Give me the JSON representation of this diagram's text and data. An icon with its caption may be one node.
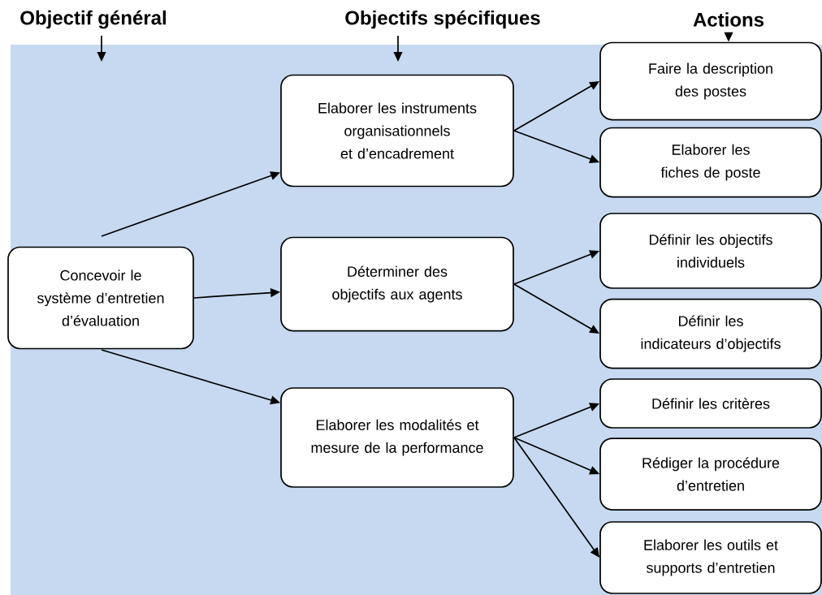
{
  "diagram": {
    "nodes": [
      {
        "text": [
          "Objectif général"
        ]
      },
      {
        "text": [
          "Objectifs spécifiques"
        ]
      },
      {
        "text": [
          "Actions"
        ]
      },
      {
        "text": [
          "Concevoir le système d’entretien d’évaluation"
        ]
      },
      {
        "text": [
          "Elaborer les instruments organisationnels et d’encadrement"
        ]
      },
      {
        "text": [
          "Déterminer des objectifs aux agents"
        ]
      },
      {
        "text": [
          "Elaborer les modalités et mesure de la performance"
        ]
      },
      {
        "text": [
          "Faire la description des postes"
        ]
      },
      {
        "text": [
          "Elaborer les fiches de poste"
        ]
      },
      {
        "text": [
          "Définir les objectifs individuels"
        ]
      },
      {
        "text": [
          "Définir les indicateurs d’objectifs"
        ]
      },
      {
        "text": [
          "Définir les critères"
        ]
      },
      {
        "text": [
          "Rédiger la procédure d’entretien"
        ]
      },
      {
        "text": [
          "Elaborer les outils  et supports d’entretien"
        ]
      }
    ],
    "edges": [
      {
        "from": 0,
        "to": null,
        "arrow": "to"
      },
      {
        "from": 1,
        "to": null,
        "arrow": "to"
      },
      {
        "from": 2,
        "to": 7,
        "arrow": "to"
      },
      {
        "from": 3,
        "to": 4,
        "arrow": "to"
      },
      {
        "from": 3,
        "to": 5,
        "arrow": "to"
      },
      {
        "from": 3,
        "to": 6,
        "arrow": "to"
      },
      {
        "from": 4,
        "to": 7,
        "arrow": "to"
      },
      {
        "from": 4,
        "to": 8,
        "arrow": "to"
      },
      {
        "from": 5,
        "to": 9,
        "arrow": "to"
      },
      {
        "from": 5,
        "to": 10,
        "arrow": "to"
      },
      {
        "from": 6,
        "to": 11,
        "arrow": "to"
      },
      {
        "from": 6,
        "to": 12,
        "arrow": "to"
      },
      {
        "from": 6,
        "to": 13,
        "arrow": "to"
      }
    ]
  }
}
